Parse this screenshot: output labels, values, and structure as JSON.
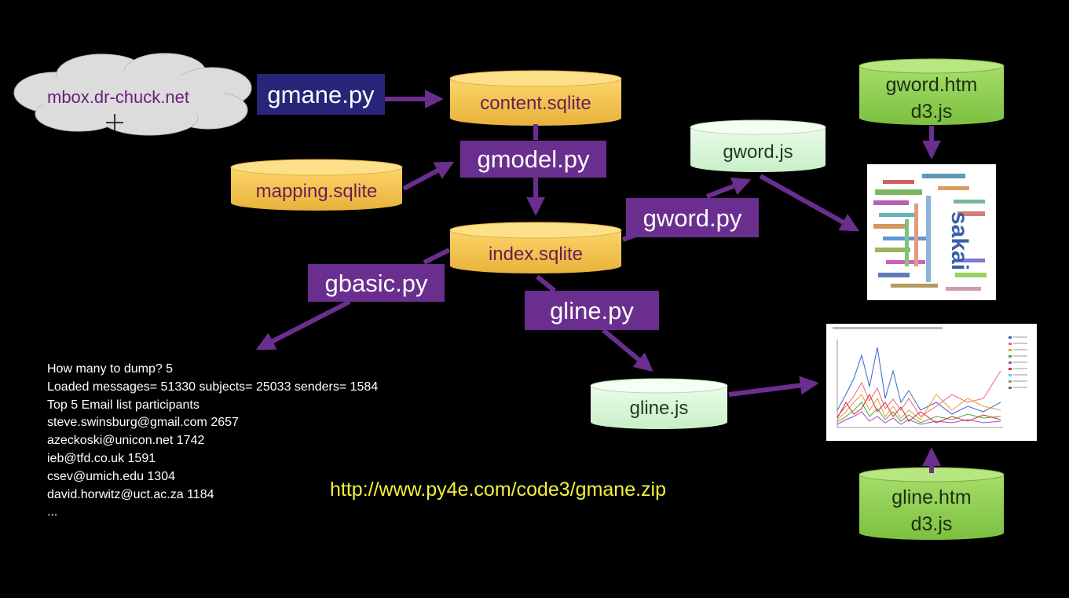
{
  "source": {
    "label": "mbox.dr-chuck.net"
  },
  "programs": {
    "gmane": "gmane.py",
    "gmodel": "gmodel.py",
    "gword": "gword.py",
    "gbasic": "gbasic.py",
    "gline": "gline.py"
  },
  "databases": {
    "content": "content.sqlite",
    "mapping": "mapping.sqlite",
    "index": "index.sqlite"
  },
  "outputs": {
    "gword_js": "gword.js",
    "gline_js": "gline.js"
  },
  "html_files": {
    "gword": {
      "line1": "gword.htm",
      "line2": "d3.js"
    },
    "gline": {
      "line1": "gline.htm",
      "line2": "d3.js"
    }
  },
  "console_output": [
    "How many to dump? 5",
    "Loaded messages= 51330 subjects= 25033 senders= 1584",
    "Top 5 Email list participants",
    "steve.swinsburg@gmail.com 2657",
    "azeckoski@unicon.net 1742",
    "ieb@tfd.co.uk 1591",
    "csev@umich.edu 1304",
    "david.horwitz@uct.ac.za 1184",
    "..."
  ],
  "url": "http://www.py4e.com/code3/gmane.zip",
  "wordcloud": {
    "prominent_word": "sakai"
  },
  "colors": {
    "background": "#000000",
    "arrow": "#6a2f8e",
    "program_box": "#6a2f8e",
    "gmane_box": "#27247a",
    "database": "#f2c14e",
    "js_output": "#d6f5d6",
    "html_file": "#8fcf4f",
    "url_text": "#f2f23b"
  }
}
